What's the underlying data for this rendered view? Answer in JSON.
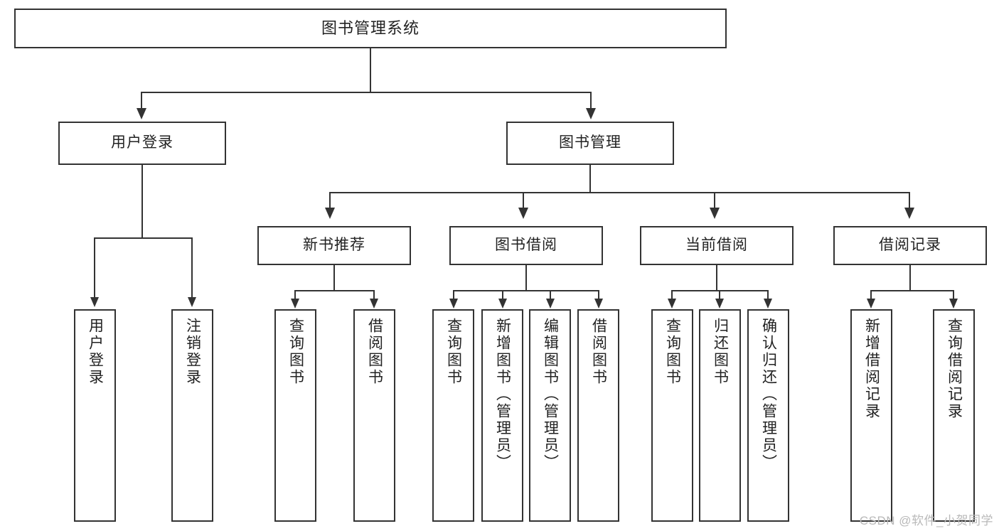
{
  "diagram": {
    "type": "tree",
    "title": "图书管理系统",
    "root": {
      "label": "图书管理系统"
    },
    "level1": [
      {
        "label": "用户登录"
      },
      {
        "label": "图书管理"
      }
    ],
    "level2": [
      {
        "label": "新书推荐"
      },
      {
        "label": "图书借阅"
      },
      {
        "label": "当前借阅"
      },
      {
        "label": "借阅记录"
      }
    ],
    "leaves": {
      "user_login": [
        {
          "label": "用户登录"
        },
        {
          "label": "注销登录"
        }
      ],
      "new_book": [
        {
          "label": "查询图书"
        },
        {
          "label": "借阅图书"
        }
      ],
      "book_borrow": [
        {
          "label": "查询图书"
        },
        {
          "label": "新增图书（管理员）"
        },
        {
          "label": "编辑图书（管理员）"
        },
        {
          "label": "借阅图书"
        }
      ],
      "current_borrow": [
        {
          "label": "查询图书"
        },
        {
          "label": "归还图书"
        },
        {
          "label": "确认归还（管理员）"
        }
      ],
      "borrow_record": [
        {
          "label": "新增借阅记录"
        },
        {
          "label": "查询借阅记录"
        }
      ]
    }
  },
  "watermark": {
    "text": "CSDN @软件_小贺同学"
  },
  "colors": {
    "stroke": "#333333",
    "text": "#222222",
    "background": "#ffffff",
    "watermark": "#b9b9b9"
  }
}
